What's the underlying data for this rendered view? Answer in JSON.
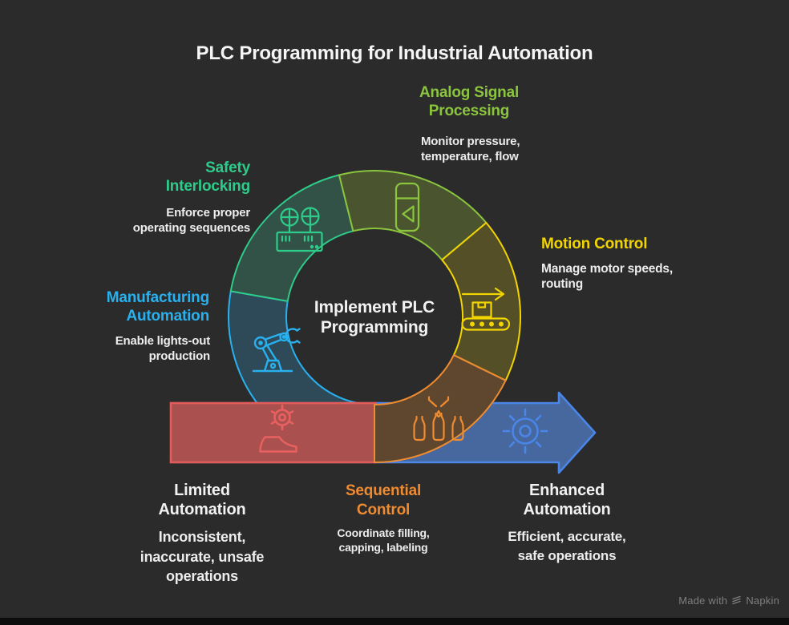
{
  "title": "PLC Programming for Industrial Automation",
  "center_label": "Implement PLC\nProgramming",
  "segments": [
    {
      "name": "Safety Interlocking",
      "label": "Safety\nInterlocking",
      "description": "Enforce proper\noperating sequences",
      "color": "#2ecc8b",
      "icon": "emergency-stop-panel"
    },
    {
      "name": "Analog Signal Processing",
      "label": "Analog Signal\nProcessing",
      "description": "Monitor pressure,\ntemperature, flow",
      "color": "#8bc53e",
      "icon": "proximity-sensor"
    },
    {
      "name": "Motion Control",
      "label": "Motion Control",
      "description": "Manage motor speeds,\nrouting",
      "color": "#f2d500",
      "icon": "conveyor-belt"
    },
    {
      "name": "Manufacturing Automation",
      "label": "Manufacturing\nAutomation",
      "description": "Enable lights-out\nproduction",
      "color": "#29b1ef",
      "icon": "robot-arm"
    },
    {
      "name": "Sequential Control",
      "label": "Sequential\nControl",
      "description": "Coordinate filling,\ncapping, labeling",
      "color": "#ef8b31",
      "icon": "bottle-filling"
    }
  ],
  "flow_arrow": {
    "before": {
      "label": "Limited\nAutomation",
      "description": "Inconsistent,\ninaccurate, unsafe\noperations",
      "color": "#e25c5c",
      "icons": [
        "gear",
        "hand-plane"
      ]
    },
    "after": {
      "label": "Enhanced\nAutomation",
      "description": "Efficient, accurate,\nsafe operations",
      "color": "#4a86e8",
      "icons": [
        "sun-gear"
      ]
    }
  },
  "watermark": {
    "text": "Made with",
    "brand": "Napkin"
  },
  "colors": {
    "background": "#2b2b2b",
    "bottom_bar": "#0d0d0d",
    "title_text": "#f5f5f5",
    "body_text": "#ededed",
    "safety": "#2ecc8b",
    "analog": "#8bc53e",
    "motion": "#f2d500",
    "manufacturing": "#29b1ef",
    "sequential": "#ef8b31",
    "limited_red": "#e25c5c",
    "enhanced_blue": "#4a86e8",
    "watermark_text": "#7e7e7e"
  }
}
